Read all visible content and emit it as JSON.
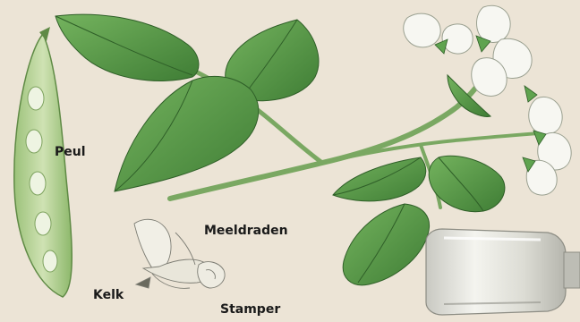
{
  "labels": {
    "peul": "Peul",
    "meeldraden": "Meeldraden",
    "kelk": "Kelk",
    "stamper": "Stamper"
  },
  "colors": {
    "background": "#ece4d6",
    "leaf": "#5fa34f",
    "leaf_dark": "#3f7d35",
    "stem": "#7aa862",
    "pod": "#b9d39a",
    "flower": "#f7f7f2",
    "label": "#1a1a1a"
  },
  "icons": {
    "plant": "bean-plant-illustration",
    "pod": "bean-pod-illustration",
    "flower_detail": "flower-anatomy-sketch",
    "vial": "glass-vial-illustration"
  }
}
